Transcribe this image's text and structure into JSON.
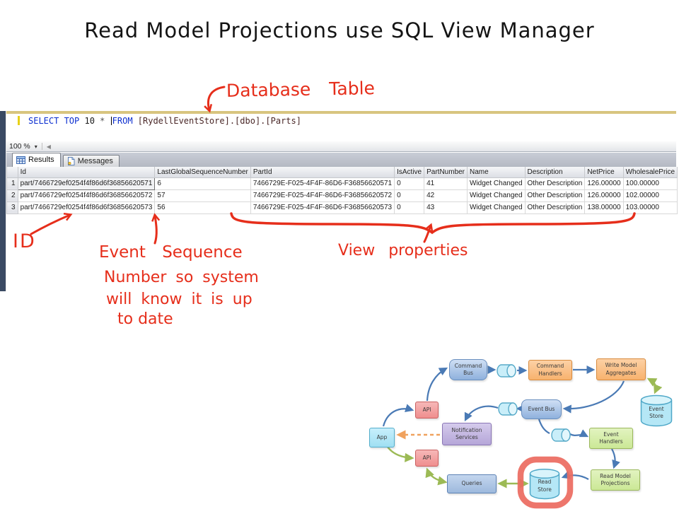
{
  "slide": {
    "title": "Read Model Projections use SQL View Manager"
  },
  "colors": {
    "ink": "#e62e1b",
    "marker": "#ec6a5f",
    "sql_keyword": "#0b2ed0",
    "sql_number": "#1a1a1a",
    "sql_operator": "#555555",
    "sql_identifier": "#4a2727",
    "editor_topline": "#d8c57f",
    "sidebar_strip": "#3a4a63",
    "arrow_blue": "#4a7ab5",
    "arrow_green": "#9cba55",
    "arrow_orange": "#f0a25e"
  },
  "annotations": {
    "database_table": "Database Table",
    "id_label": "ID",
    "event_sequence": [
      "Event Sequence",
      "Number so system",
      "will know it is up",
      "to date"
    ],
    "view_properties": "View properties"
  },
  "ssms": {
    "query": {
      "select_keyword": "SELECT TOP",
      "top_number": "10",
      "star": "*",
      "from_keyword": "FROM",
      "table_ref": "[RydellEventStore].[dbo].[Parts]"
    },
    "zoom_level": "100 %",
    "icons": {
      "zoom_dropdown": "chevron-down",
      "scroll_left": "left-arrow",
      "results_tab": "grid-icon",
      "messages_tab": "message-page-icon"
    },
    "tabs": {
      "results": "Results",
      "messages": "Messages"
    },
    "grid": {
      "columns": [
        "",
        "Id",
        "LastGlobalSequenceNumber",
        "PartId",
        "IsActive",
        "PartNumber",
        "Name",
        "Description",
        "NetPrice",
        "WholesalePrice"
      ],
      "rows": [
        [
          "1",
          "part/7466729ef0254f4f86d6f36856620571",
          "6",
          "7466729E-F025-4F4F-86D6-F36856620571",
          "0",
          "41",
          "Widget Changed",
          "Other Description",
          "126.00000",
          "100.00000"
        ],
        [
          "2",
          "part/7466729ef0254f4f86d6f36856620572",
          "57",
          "7466729E-F025-4F4F-86D6-F36856620572",
          "0",
          "42",
          "Widget Changed",
          "Other Description",
          "126.00000",
          "102.00000"
        ],
        [
          "3",
          "part/7466729ef0254f4f86d6f36856620573",
          "56",
          "7466729E-F025-4F4F-86D6-F36856620573",
          "0",
          "43",
          "Widget Changed",
          "Other Description",
          "138.00000",
          "103.00000"
        ]
      ]
    }
  },
  "diagram": {
    "nodes": {
      "command_bus": "Command\nBus",
      "command_handlers": "Command\nHandlers",
      "write_model_aggregates": "Write Model\nAggregates",
      "event_store": "Event\nStore",
      "event_bus": "Event Bus",
      "notification_services": "Notification\nServices",
      "app": "App",
      "api_top": "API",
      "api_bottom": "API",
      "event_handlers": "Event\nHandlers",
      "read_model_projections": "Read Model\nProjections",
      "read_store": "Read\nStore",
      "queries": "Queries"
    }
  }
}
